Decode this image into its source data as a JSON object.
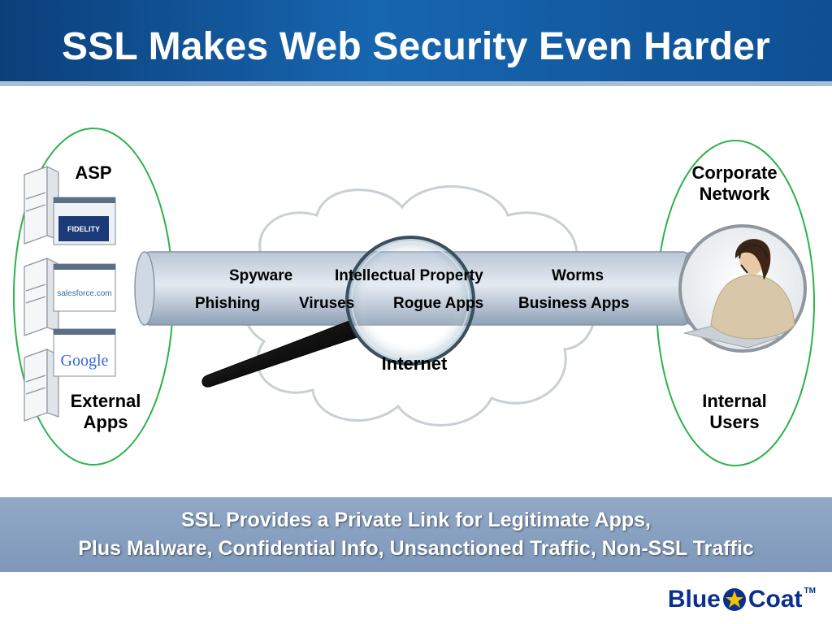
{
  "slide": {
    "title": "SSL Makes Web Security Even Harder",
    "footer_line1": "SSL Provides a Private Link for Legitimate Apps,",
    "footer_line2": "Plus Malware, Confidential Info, Unsanctioned Traffic, Non-SSL Traffic"
  },
  "left": {
    "top_label": "ASP",
    "bottom_label_1": "External",
    "bottom_label_2": "Apps",
    "thumbs": [
      "FIDELITY",
      "salesforce.com",
      "Google"
    ]
  },
  "right": {
    "top_label_1": "Corporate",
    "top_label_2": "Network",
    "bottom_label_1": "Internal",
    "bottom_label_2": "Users"
  },
  "cloud": {
    "label": "Internet"
  },
  "pipe": {
    "row1": [
      "Spyware",
      "Intellectual Property",
      "Worms"
    ],
    "row2": [
      "Phishing",
      "Viruses",
      "Rogue Apps",
      "Business Apps"
    ]
  },
  "logo": {
    "left": "Blue",
    "right": "Coat",
    "tm": "TM"
  },
  "colors": {
    "header": "#1766b0",
    "ellipse": "#2ab34a",
    "footer": "#8aa3c3",
    "logo": "#0b2f8f"
  }
}
